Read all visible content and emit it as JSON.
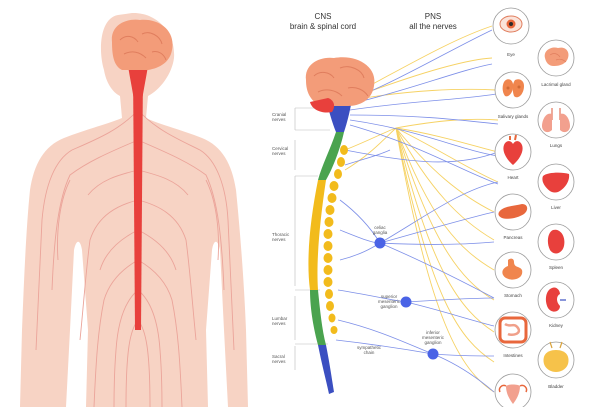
{
  "headers": {
    "cns_title": "CNS",
    "cns_sub": "brain & spinal cord",
    "pns_title": "PNS",
    "pns_sub": "all the nerves"
  },
  "segments": [
    {
      "line1": "Cranial",
      "line2": "nerves"
    },
    {
      "line1": "Cervical",
      "line2": "nerves"
    },
    {
      "line1": "Thoracic",
      "line2": "nerves"
    },
    {
      "line1": "Lumbar",
      "line2": "nerves"
    },
    {
      "line1": "Sacral",
      "line2": "nerves"
    }
  ],
  "ganglia": [
    {
      "line1": "celiac",
      "line2": "ganglia"
    },
    {
      "line1": "superior",
      "line2": "mesenteric ganglion"
    },
    {
      "line1": "inferior",
      "line2": "mesenteric ganglion"
    },
    {
      "line1": "sympathetic",
      "line2": "chain"
    }
  ],
  "organs": [
    {
      "label": "Eye",
      "icon": "eye-icon"
    },
    {
      "label": "Lacrimal gland",
      "icon": "brain-gland-icon"
    },
    {
      "label": "Salivary glands",
      "icon": "salivary-gland-icon"
    },
    {
      "label": "Lungs",
      "icon": "lungs-icon"
    },
    {
      "label": "Heart",
      "icon": "heart-icon"
    },
    {
      "label": "Liver",
      "icon": "liver-icon"
    },
    {
      "label": "Pancreas",
      "icon": "pancreas-icon"
    },
    {
      "label": "Spleen",
      "icon": "spleen-icon"
    },
    {
      "label": "Stomach",
      "icon": "stomach-icon"
    },
    {
      "label": "Kidney",
      "icon": "kidney-icon"
    },
    {
      "label": "Intestines",
      "icon": "intestines-icon"
    },
    {
      "label": "Bladder",
      "icon": "bladder-icon"
    },
    {
      "label": "",
      "icon": "uterus-icon"
    }
  ],
  "colors": {
    "skin": "#f7d3c4",
    "nerve": "#eba49a",
    "spine_red": "#e8403c",
    "brain": "#f39c79",
    "cord_blue": "#3b4fc1",
    "cord_green": "#4aa34f",
    "cord_yellow": "#f2bb1c",
    "ganglion": "#4a63e6",
    "pns_yellow": "#f6d264",
    "pns_blue": "#7d8fe8",
    "organ_ring": "#9a9a9a"
  }
}
